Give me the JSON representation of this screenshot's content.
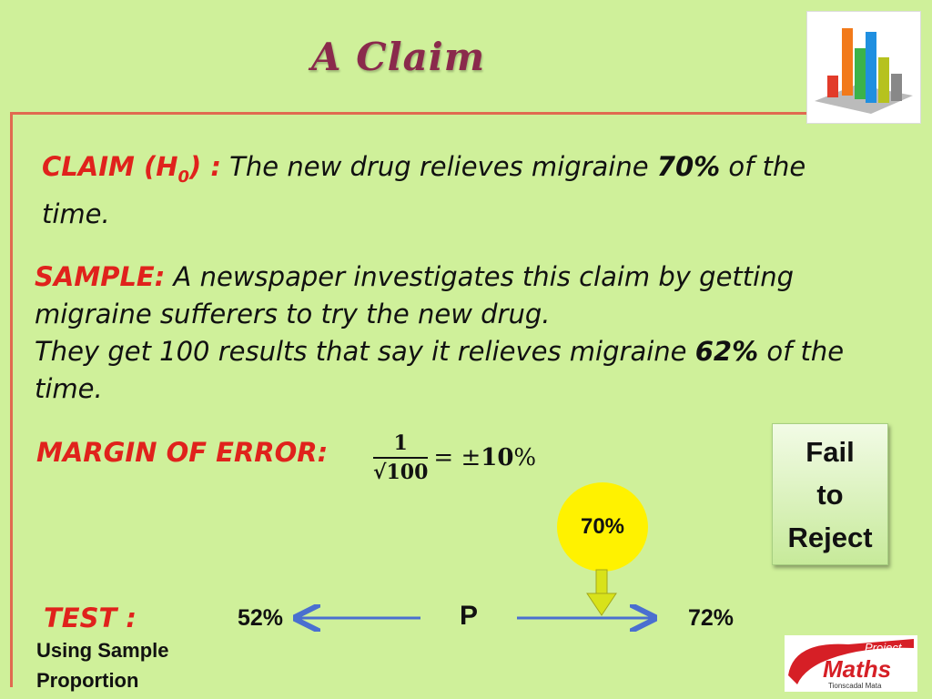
{
  "slide": {
    "title": "A Claim"
  },
  "claim": {
    "label_prefix": "CLAIM (H",
    "label_sub": "0",
    "label_suffix": ") :",
    "text_before": " The new drug relieves migraine ",
    "value": "70%",
    "text_after": " of the time."
  },
  "sample": {
    "label": "SAMPLE:",
    "line1": " A newspaper investigates this claim by getting migraine sufferers to try the new drug.",
    "line2_before": "They get 100 results that say it relieves migraine ",
    "value": "62%",
    "line2_after": " of the time."
  },
  "margin": {
    "label": "MARGIN OF ERROR:",
    "numerator": "1",
    "denominator": "√100",
    "equals": "= ±",
    "result_num": "10",
    "result_unit": "%"
  },
  "decision": {
    "line1": "Fail",
    "line2": "to",
    "line3": "Reject"
  },
  "claim_marker": "70%",
  "test": {
    "label": "TEST :",
    "sub1": "Using Sample",
    "sub2": "Proportion",
    "lower": "52%",
    "center": "P",
    "upper": "72%"
  },
  "logo": {
    "project": "Project",
    "maths": "Maths",
    "irish": "Tionscadal Mata"
  },
  "colors": {
    "background": "#cff09a",
    "accent_red": "#e0221c",
    "title": "#8a2a4c",
    "rule_line": "#e06a50",
    "arrow_blue": "#4a6fd0",
    "marker_yellow": "#fff200",
    "down_arrow": "#d8e21a"
  }
}
